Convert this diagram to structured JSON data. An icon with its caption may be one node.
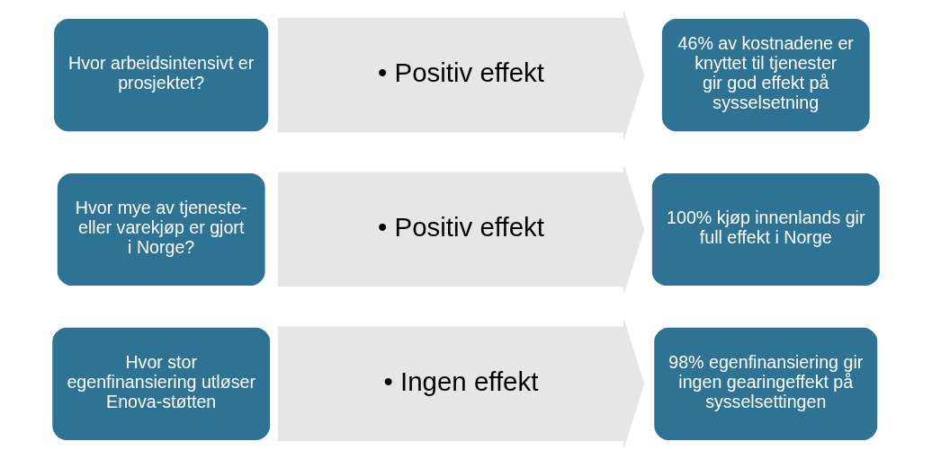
{
  "diagram": {
    "nodes": [
      {
        "text": [
          "Hvor stor egenfinansiering utløser Enova-støtten"
        ]
      },
      {
        "text": [
          "• Ingen effekt"
        ]
      },
      {
        "text": [
          "98% egenfinansiering gir ingen gearingeffekt på sysselsettingen"
        ]
      },
      {
        "text": [
          "Hvor mye av tjeneste- eller varekjøp er gjort i Norge?"
        ]
      },
      {
        "text": [
          "• Positiv effekt"
        ]
      },
      {
        "text": [
          "100% kjøp innenlands gir full effekt i Norge"
        ]
      },
      {
        "text": [
          "Hvor arbeidsintensivt er prosjektet?"
        ]
      },
      {
        "text": [
          "• Positiv effekt"
        ]
      },
      {
        "text": [
          "46% av kostnadene er knyttet til tjenester gir god effekt på sysselsetning"
        ]
      }
    ],
    "edges": []
  }
}
